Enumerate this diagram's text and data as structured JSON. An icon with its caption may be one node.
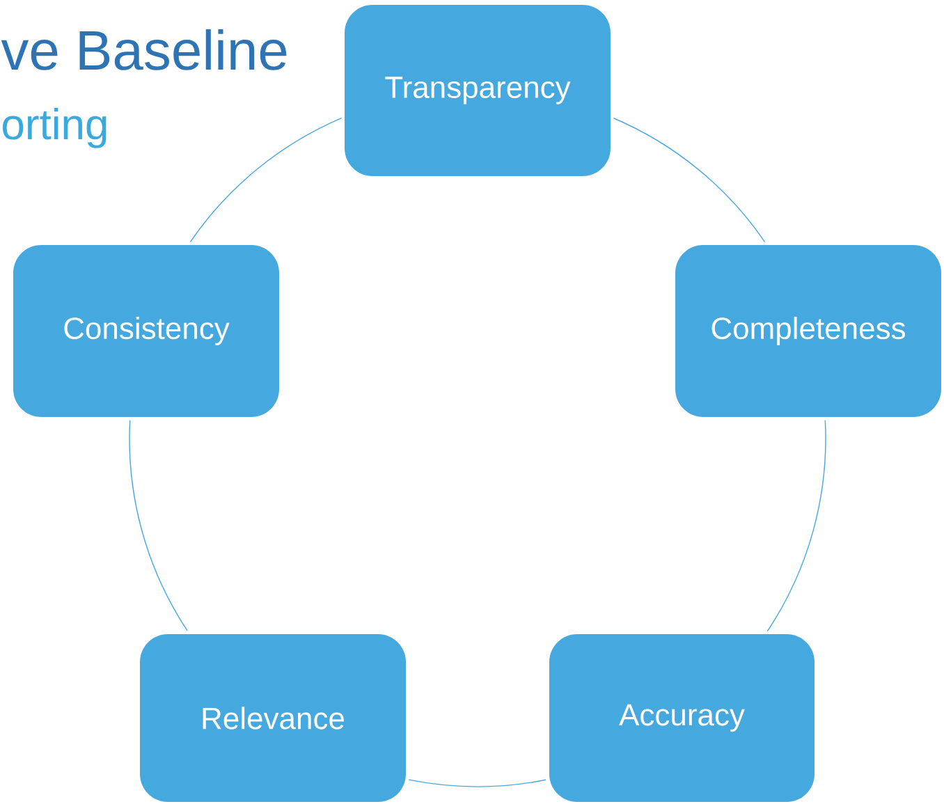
{
  "diagram": {
    "nodes": [
      {
        "text": [
          "Transparency"
        ]
      },
      {
        "text": [
          "Completeness"
        ]
      },
      {
        "text": [
          "Accuracy"
        ]
      },
      {
        "text": [
          "Relevance"
        ]
      },
      {
        "text": [
          "Consistency"
        ]
      }
    ],
    "edges": [
      {
        "from": 0,
        "to": 1,
        "arrow": "none"
      },
      {
        "from": 1,
        "to": 2,
        "arrow": "none"
      },
      {
        "from": 2,
        "to": 3,
        "arrow": "none"
      },
      {
        "from": 3,
        "to": 4,
        "arrow": "none"
      },
      {
        "from": 4,
        "to": 0,
        "arrow": "none"
      }
    ],
    "labels": [
      "ve Baseline",
      "orting"
    ]
  }
}
